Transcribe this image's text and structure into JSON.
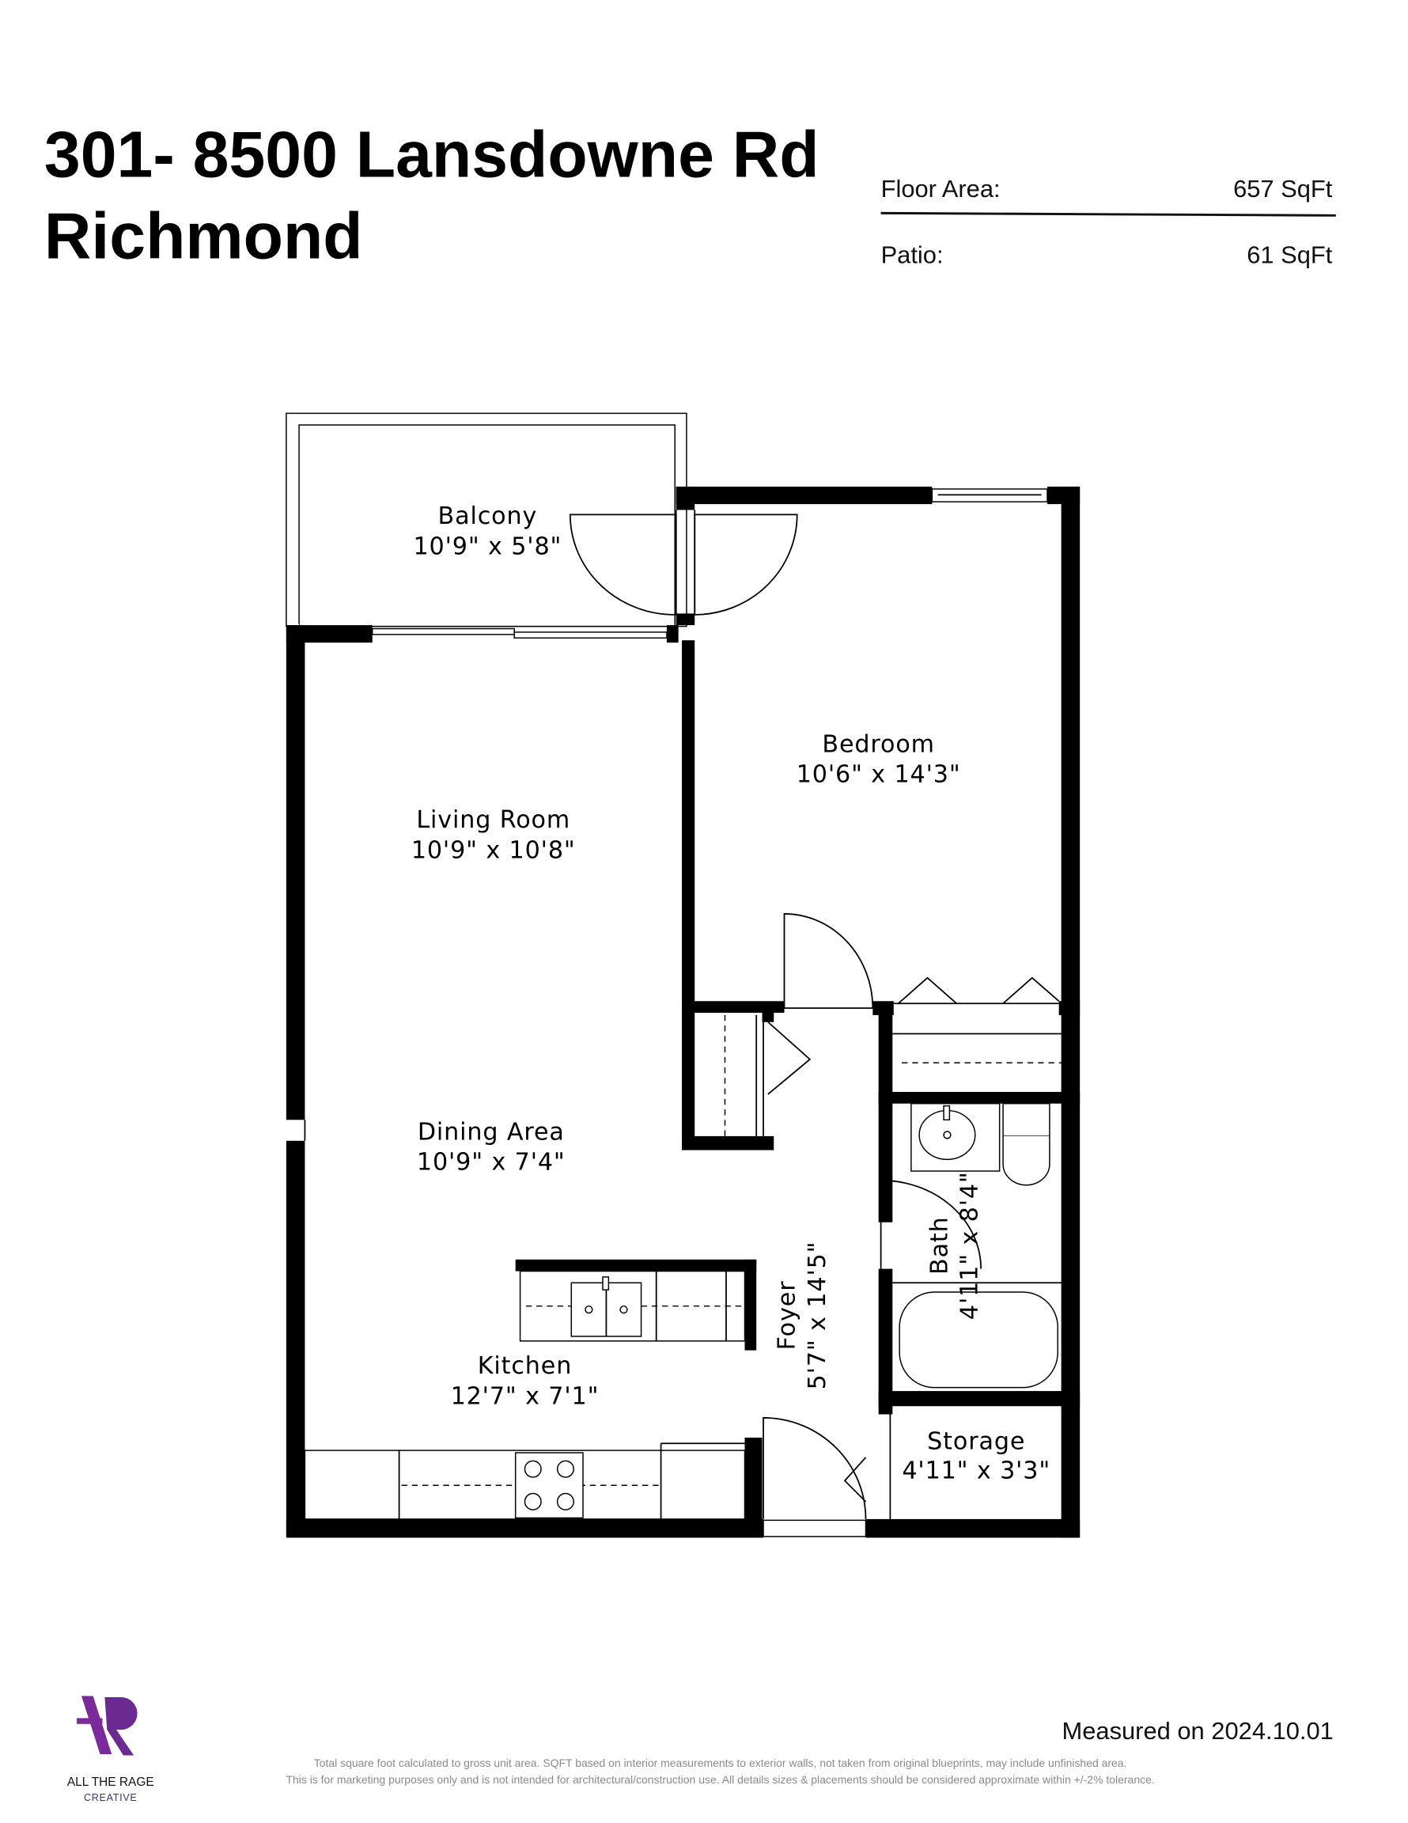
{
  "header": {
    "title_line1": "301- 8500 Lansdowne Rd",
    "title_line2": "Richmond"
  },
  "stats": [
    {
      "label": "Floor Area:",
      "value": "657 SqFt"
    },
    {
      "label": "Patio:",
      "value": "61 SqFt"
    }
  ],
  "rooms": {
    "balcony": {
      "name": "Balcony",
      "size": "10'9\" x 5'8\""
    },
    "bedroom": {
      "name": "Bedroom",
      "size": "10'6\" x 14'3\""
    },
    "living": {
      "name": "Living Room",
      "size": "10'9\" x 10'8\""
    },
    "dining": {
      "name": "Dining Area",
      "size": "10'9\" x 7'4\""
    },
    "kitchen": {
      "name": "Kitchen",
      "size": "12'7\" x 7'1\""
    },
    "foyer": {
      "name": "Foyer",
      "size": "5'7\" x 14'5\""
    },
    "bath": {
      "name": "Bath",
      "size": "4'11\" x 8'4\""
    },
    "storage": {
      "name": "Storage",
      "size": "4'11\" x 3'3\""
    }
  },
  "footer": {
    "measured": "Measured on 2024.10.01",
    "disclaimer_line1": "Total square foot calculated to gross unit area. SQFT based on interior measurements to exterior walls, not taken from original blueprints, may include unfinished area.",
    "disclaimer_line2": "This is for marketing purposes only and is not intended for architectural/construction use. All details sizes & placements should be considered approximate within +/-2% tolerance.",
    "logo_name": "ALL THE RAGE",
    "logo_sub": "CREATIVE",
    "logo_color": "#7a2a9a"
  }
}
